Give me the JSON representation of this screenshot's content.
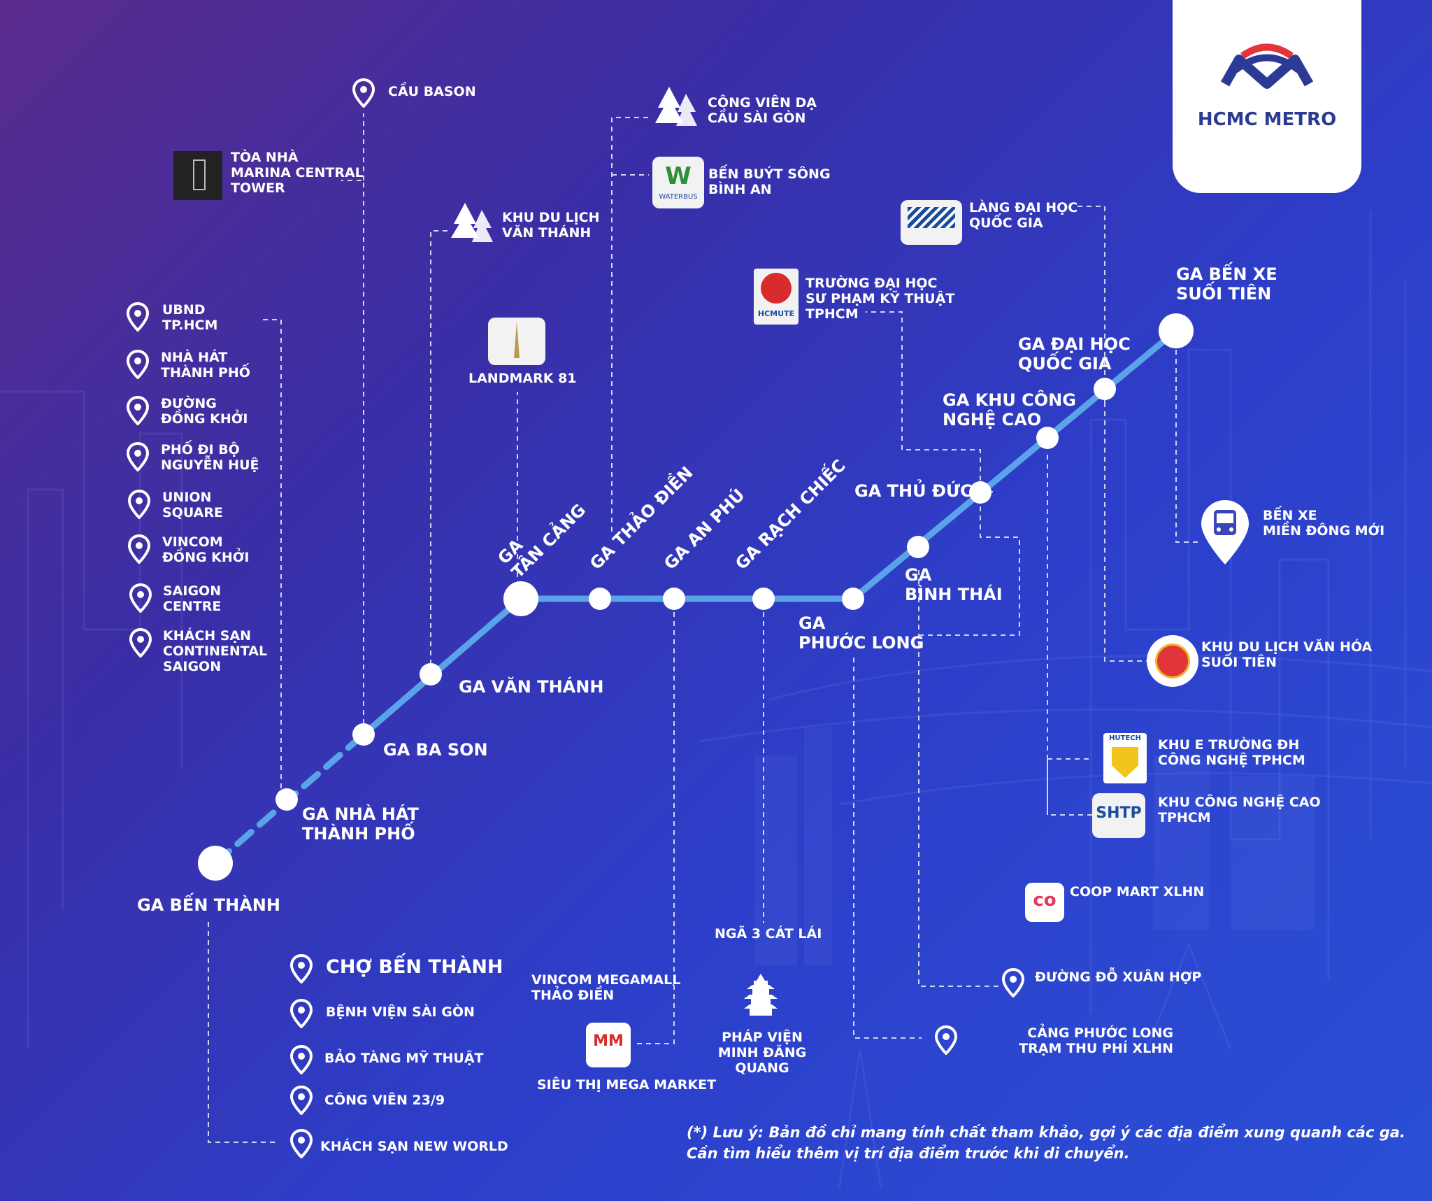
{
  "brand": {
    "name": "HCMC METRO",
    "accent": "#e0353a",
    "primary": "#2b3a94"
  },
  "colors": {
    "line": "#5aa3e8",
    "dash": "#d0d6f0",
    "text": "#ffffff"
  },
  "stations": {
    "ben_thanh": "GA BẾN THÀNH",
    "nha_hat": "GA NHÀ HÁT\nTHÀNH PHỐ",
    "ba_son": "GA BA SON",
    "van_thanh": "GA VĂN THÁNH",
    "tan_cang": "GA\nTÂN CẢNG",
    "thao_dien": "GA THẢO ĐIỀN",
    "an_phu": "GA AN PHÚ",
    "rach_chiec": "GA RẠCH CHIẾC",
    "phuoc_long": "GA\nPHƯỚC LONG",
    "binh_thai": "GA\nBÌNH THÁI",
    "thu_duc": "GA THỦ ĐỨC",
    "khu_cong_nghe_cao": "GA KHU CÔNG\nNGHỆ CAO",
    "dai_hoc_quoc_gia": "GA ĐẠI HỌC\nQUỐC GIA",
    "ben_xe_suoi_tien": "GA BẾN XE\nSUỐI TIÊN"
  },
  "places": {
    "cau_bason": "CẦU BASON",
    "marina": "TÒA NHÀ\nMARINA CENTRAL\nTOWER",
    "ubnd": "UBND\nTP.HCM",
    "nha_hat_tp": "NHÀ HÁT\nTHÀNH PHỐ",
    "dong_khoi": "ĐƯỜNG\nĐỒNG KHỞI",
    "nguyen_hue": "PHỐ ĐI BỘ\nNGUYỄN HUỆ",
    "union": "UNION\nSQUARE",
    "vincom_dk": "VINCOM\nĐỒNG KHỞI",
    "saigon_centre": "SAIGON\nCENTRE",
    "continental": "KHÁCH SẠN\nCONTINENTAL\nSAIGON",
    "khu_du_lich_van_thanh": "KHU DU LỊCH\nVĂN THÁNH",
    "landmark": "LANDMARK 81",
    "cong_vien_da": "CÔNG VIÊN DẠ\nCẦU SÀI GÒN",
    "ben_buyt": "BẾN BUÝT SÔNG\nBÌNH AN",
    "lang_dai_hoc": "LÀNG ĐẠI HỌC\nQUỐC GIA",
    "truong_dh_spkt": "TRƯỜNG ĐẠI HỌC\nSƯ PHẠM KỸ THUẬT\nTPHCM",
    "ben_xe_mien_dong": "BẾN XE\nMIỀN ĐÔNG MỚI",
    "suoi_tien": "KHU DU LỊCH VĂN HÓA\nSUỐI TIÊN",
    "hutech": "KHU E TRƯỜNG ĐH\nCÔNG NGHỆ TPHCM",
    "shtp": "KHU CÔNG NGHỆ CAO\nTPHCM",
    "coop": "COOP MART XLHN",
    "do_xuan_hop": "ĐƯỜNG ĐỖ XUÂN HỢP",
    "cang_phuoc_long": "CẢNG PHƯỚC LONG\nTRẠM THU PHÍ XLHN",
    "nga_3": "NGÃ 3 CÁT LÁI",
    "phap_vien": "PHÁP VIỆN\nMINH ĐĂNG QUANG",
    "vincom_mega": "VINCOM MEGAMALL\nTHẢO ĐIỀN",
    "mega_market": "SIÊU THỊ MEGA MARKET",
    "cho_ben_thanh": "CHỢ BẾN THÀNH",
    "bv_sai_gon": "BỆNH VIỆN SÀI GÒN",
    "bao_tang": "BẢO TÀNG MỸ THUẬT",
    "cong_vien_239": "CÔNG VIÊN 23/9",
    "new_world": "KHÁCH SẠN NEW WORLD"
  },
  "logos": {
    "waterbus": "WATERBUS",
    "hcmute": "HCMUTE",
    "hutech": "HUTECH",
    "shtp": "SHTP",
    "mm": "MM",
    "coop": "co"
  },
  "note": "(*) Lưu ý: Bản đồ chỉ mang tính chất tham khảo, gợi ý các địa điểm xung quanh các ga.\nCần tìm hiểu thêm vị trí địa điểm  trước khi di chuyển."
}
